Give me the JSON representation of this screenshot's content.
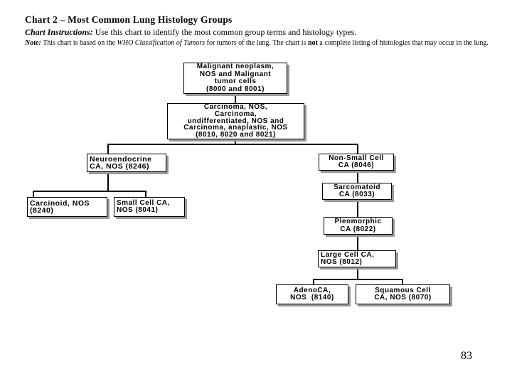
{
  "header": {
    "title": "Chart 2 – Most Common Lung Histology Groups",
    "instructions_label": "Chart Instructions:",
    "instructions_text": " Use this chart to identify the most common group terms and histology types.",
    "note_label": "Note:",
    "note_part1": "  This chart is based on the ",
    "note_italic": "WHO Classification of Tumors",
    "note_part2": " for tumors of the lung. The chart is ",
    "note_bold": "not",
    "note_part3": " a complete listing of histologies that may occur in the lung."
  },
  "flowchart": {
    "nodes": [
      {
        "id": "malignant-neoplasm",
        "codes": "8000, 8001",
        "label": "Malignant neoplasm,\nNOS and Malignant\ntumor cells\n(8000 and 8001)"
      },
      {
        "id": "carcinoma-nos",
        "codes": "8010, 8020, 8021",
        "label": "Carcinoma, NOS,\nCarcinoma,\nundifferentiated, NOS and\nCarcinoma, anaplastic, NOS\n(8010, 8020 and 8021)"
      },
      {
        "id": "neuroendocrine-ca",
        "codes": "8246",
        "label": "Neuroendocrine\nCA, NOS (8246)"
      },
      {
        "id": "non-small-cell-ca",
        "codes": "8046",
        "label": "Non-Small Cell\nCA (8046)"
      },
      {
        "id": "carcinoid-nos",
        "codes": "8240",
        "label": "Carcinoid, NOS\n(8240)"
      },
      {
        "id": "small-cell-ca",
        "codes": "8041",
        "label": "Small Cell CA,\nNOS (8041)"
      },
      {
        "id": "sarcomatoid-ca",
        "codes": "8033",
        "label": "Sarcomatoid\nCA (8033)"
      },
      {
        "id": "pleomorphic-ca",
        "codes": "8022",
        "label": "Pleomorphic\nCA (8022)"
      },
      {
        "id": "large-cell-ca",
        "codes": "8012",
        "label": "Large Cell CA,\nNOS (8012)"
      },
      {
        "id": "adenoca-nos",
        "codes": "8140",
        "label": "AdenoCA,\nNOS  (8140)"
      },
      {
        "id": "squamous-cell-ca",
        "codes": "8070",
        "label": "Squamous Cell\nCA, NOS (8070)"
      }
    ],
    "edges": [
      [
        "malignant-neoplasm",
        "carcinoma-nos"
      ],
      [
        "carcinoma-nos",
        "neuroendocrine-ca"
      ],
      [
        "carcinoma-nos",
        "non-small-cell-ca"
      ],
      [
        "neuroendocrine-ca",
        "carcinoid-nos"
      ],
      [
        "neuroendocrine-ca",
        "small-cell-ca"
      ],
      [
        "non-small-cell-ca",
        "sarcomatoid-ca"
      ],
      [
        "sarcomatoid-ca",
        "pleomorphic-ca"
      ],
      [
        "pleomorphic-ca",
        "large-cell-ca"
      ],
      [
        "large-cell-ca",
        "adenoca-nos"
      ],
      [
        "large-cell-ca",
        "squamous-cell-ca"
      ]
    ]
  },
  "footer": {
    "page_number": "83"
  },
  "colors": {
    "background": "#ffffff",
    "text": "#000000",
    "box_border": "#000000",
    "box_shadow": "#999999"
  }
}
